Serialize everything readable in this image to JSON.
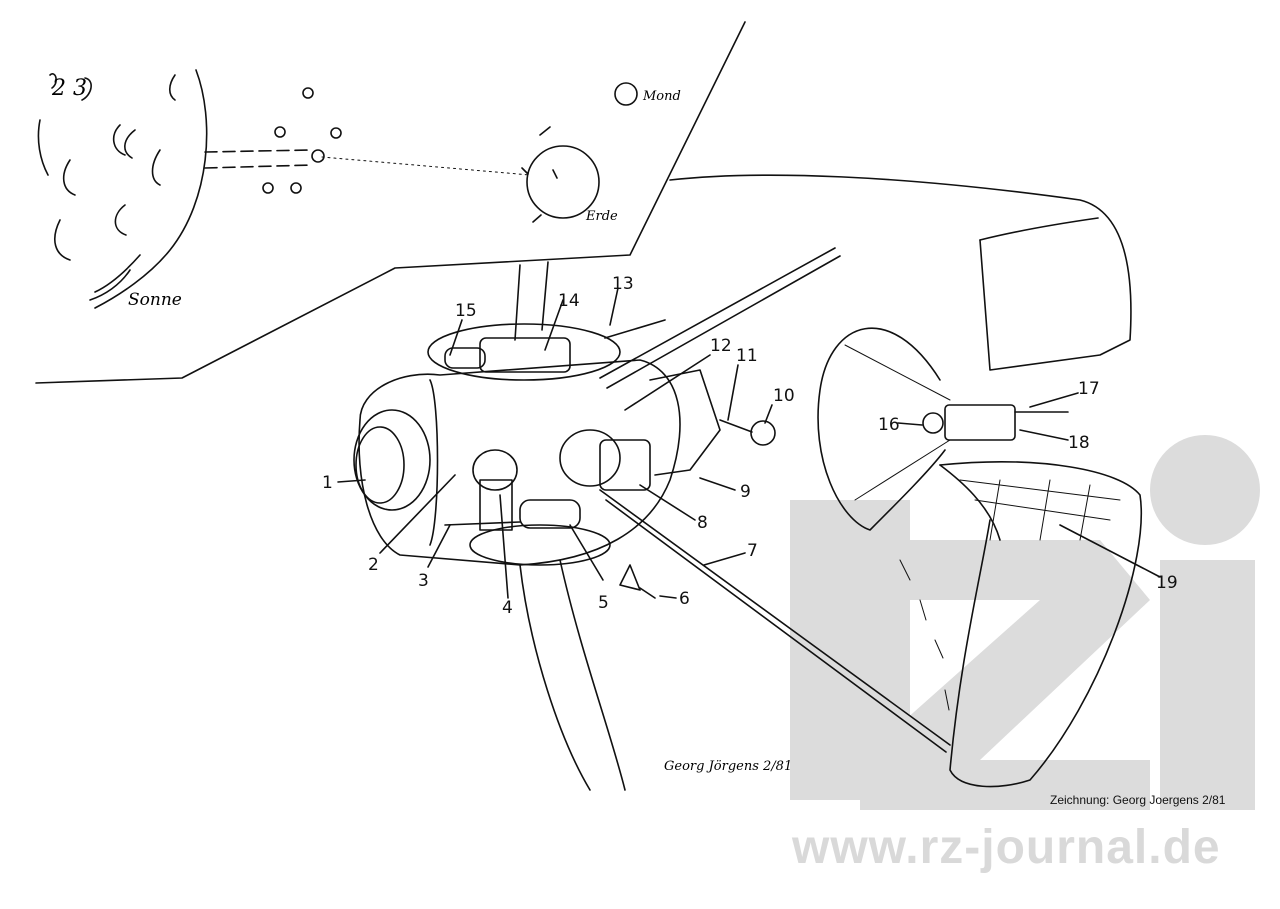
{
  "drawing": {
    "labels": {
      "sun": "Sonne",
      "moon": "Mond",
      "earth": "Erde"
    },
    "part_numbers": [
      "1",
      "2",
      "3",
      "4",
      "5",
      "6",
      "7",
      "8",
      "9",
      "10",
      "11",
      "12",
      "13",
      "14",
      "15",
      "16",
      "17",
      "18",
      "19"
    ],
    "signature": "Georg Jörgens 2/81"
  },
  "credit": "Zeichnung: Georg Joergens 2/81",
  "watermark": {
    "url": "www.rz-journal.de",
    "logo": "rz-logo"
  }
}
